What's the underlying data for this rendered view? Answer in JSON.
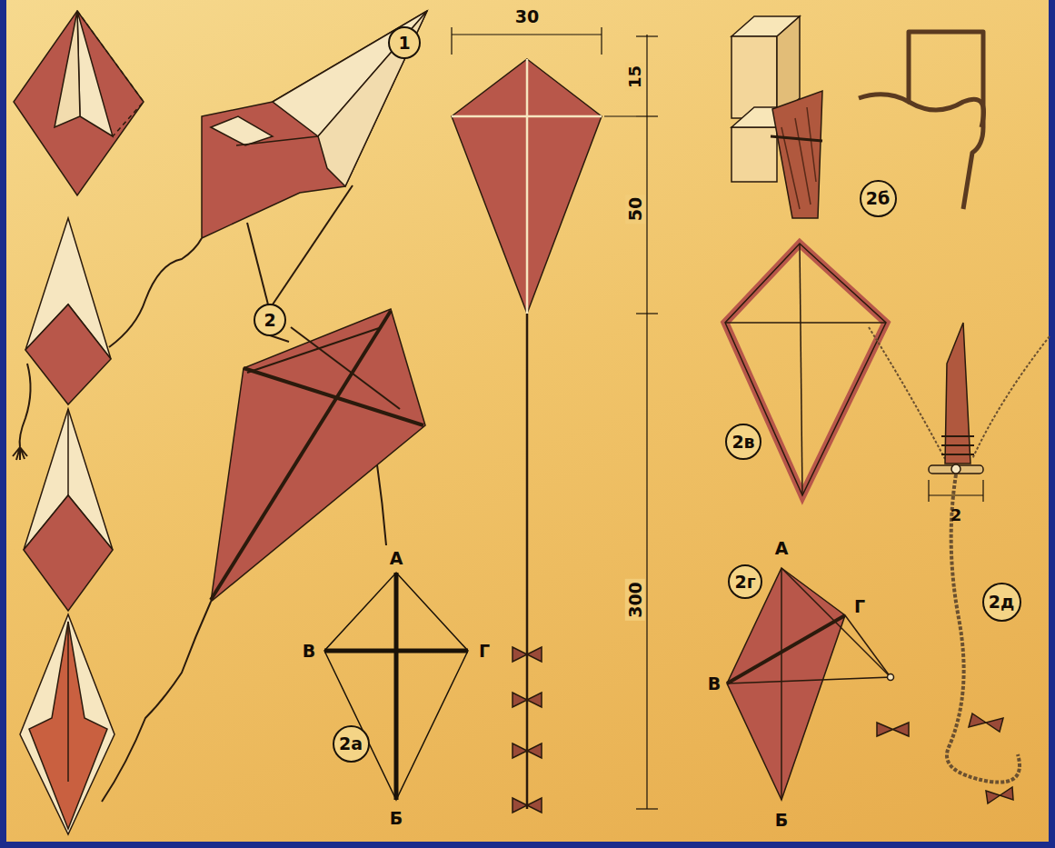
{
  "diagram": {
    "nodes": [
      {
        "text": [
          "1"
        ]
      },
      {
        "text": [
          "2б"
        ]
      },
      {
        "text": [
          "2"
        ]
      },
      {
        "text": [
          "2в"
        ]
      },
      {
        "text": [
          "2а"
        ]
      },
      {
        "text": [
          "2г"
        ]
      },
      {
        "text": [
          "2д"
        ]
      }
    ],
    "labels": [
      "30",
      "15",
      "50",
      "300",
      "2",
      "А",
      "В",
      "Г",
      "Б",
      "А",
      "Г",
      "В",
      "Б"
    ]
  }
}
